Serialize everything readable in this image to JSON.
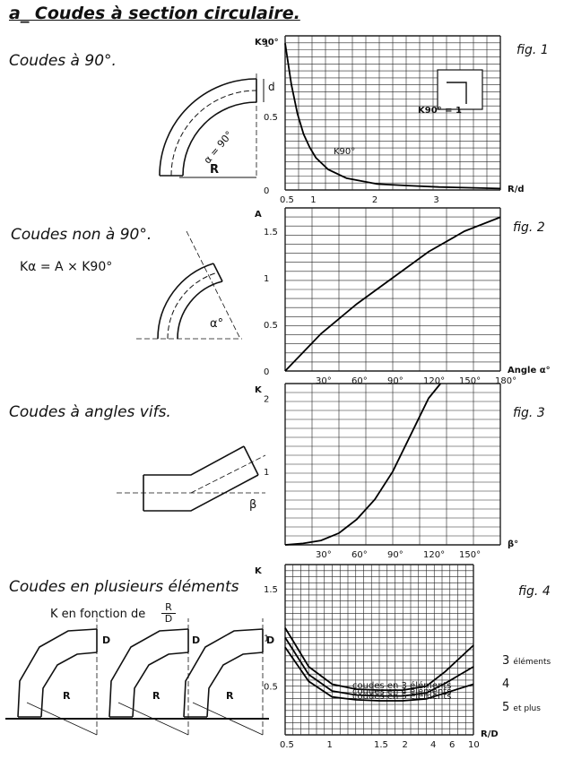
{
  "page": {
    "title": "a_ Coudes à section circulaire."
  },
  "sections": [
    {
      "id": "s1",
      "heading": "Coudes à 90°.",
      "fig": "fig. 1",
      "diagram_labels": {
        "d": "d",
        "alpha": "α = 90°",
        "R": "R"
      }
    },
    {
      "id": "s2",
      "heading": "Coudes non à 90°.",
      "formula": "Kα = A × K90°",
      "fig": "fig. 2",
      "diagram_labels": {
        "alpha": "α°"
      }
    },
    {
      "id": "s3",
      "heading": "Coudes à angles vifs.",
      "fig": "fig. 3",
      "diagram_labels": {
        "beta": "β"
      }
    },
    {
      "id": "s4",
      "heading": "Coudes en plusieurs éléments",
      "subheading": "K en fonction de",
      "fraction": {
        "num": "R",
        "den": "D"
      },
      "fig": "fig. 4",
      "diagram_labels": {
        "D": "D",
        "R": "R"
      },
      "side_labels": [
        {
          "n": "3",
          "t": "éléments"
        },
        {
          "n": "4",
          "t": ""
        },
        {
          "n": "5",
          "t": "et plus"
        }
      ]
    }
  ],
  "chart_data": [
    {
      "id": "fig1",
      "type": "line",
      "ylabel": "K90°",
      "xlabel": "R/d",
      "x_ticks": [
        "0.5",
        "1",
        "2",
        "3"
      ],
      "y_ticks": [
        "0",
        "0.5",
        "1"
      ],
      "xlim": [
        0.5,
        4.0
      ],
      "ylim": [
        0,
        1.05
      ],
      "series": [
        {
          "name": "K90°",
          "x": [
            0.5,
            0.6,
            0.7,
            0.8,
            0.9,
            1.0,
            1.2,
            1.5,
            2.0,
            2.5,
            3.0,
            3.5,
            4.0
          ],
          "y": [
            1.0,
            0.72,
            0.52,
            0.38,
            0.29,
            0.22,
            0.14,
            0.08,
            0.04,
            0.03,
            0.02,
            0.015,
            0.01
          ]
        }
      ],
      "inset_label": "K90° = 1"
    },
    {
      "id": "fig2",
      "type": "line",
      "ylabel": "A",
      "xlabel": "Angle α°",
      "x_ticks": [
        "30°",
        "60°",
        "90°",
        "120°",
        "150°",
        "180°"
      ],
      "y_ticks": [
        "0",
        "0.5",
        "1",
        "1.5"
      ],
      "xlim": [
        0,
        180
      ],
      "ylim": [
        0,
        1.75
      ],
      "series": [
        {
          "name": "A",
          "x": [
            0,
            30,
            60,
            90,
            120,
            150,
            180
          ],
          "y": [
            0,
            0.4,
            0.72,
            1.0,
            1.28,
            1.5,
            1.65
          ]
        }
      ]
    },
    {
      "id": "fig3",
      "type": "line",
      "ylabel": "K",
      "xlabel": "β°",
      "x_ticks": [
        "30°",
        "60°",
        "90°",
        "120°",
        "150°"
      ],
      "y_ticks": [
        "1",
        "2"
      ],
      "xlim": [
        0,
        180
      ],
      "ylim": [
        0,
        2.2
      ],
      "series": [
        {
          "name": "K",
          "x": [
            0,
            15,
            30,
            45,
            60,
            75,
            90,
            105,
            120,
            130
          ],
          "y": [
            0,
            0.02,
            0.06,
            0.16,
            0.35,
            0.62,
            1.0,
            1.5,
            2.0,
            2.2
          ]
        }
      ]
    },
    {
      "id": "fig4",
      "type": "line",
      "ylabel": "K",
      "xlabel": "R/D",
      "x_ticks": [
        "0.5",
        "1",
        "1.5",
        "2",
        "4",
        "6",
        "10"
      ],
      "y_ticks": [
        "0.5",
        "1",
        "1.5"
      ],
      "ylim": [
        0,
        1.75
      ],
      "series": [
        {
          "name": "3 éléments",
          "curve_label": "coudes en 3 éléments",
          "x": [
            0,
            0.5,
            1,
            1.5,
            2,
            2.5,
            3,
            3.4,
            4
          ],
          "y": [
            1.1,
            0.7,
            0.52,
            0.47,
            0.46,
            0.46,
            0.5,
            0.65,
            0.92
          ]
        },
        {
          "name": "4",
          "curve_label": "coudes en 4 éléments",
          "x": [
            0,
            0.5,
            1,
            1.5,
            2,
            2.5,
            3,
            3.4,
            4
          ],
          "y": [
            1.0,
            0.62,
            0.45,
            0.41,
            0.4,
            0.4,
            0.43,
            0.53,
            0.7
          ]
        },
        {
          "name": "5 et plus",
          "curve_label": "coudes en 5 éléments",
          "x": [
            0,
            0.5,
            1,
            1.5,
            2,
            2.5,
            3,
            3.4,
            4
          ],
          "y": [
            0.9,
            0.55,
            0.39,
            0.36,
            0.35,
            0.35,
            0.37,
            0.43,
            0.52
          ]
        }
      ]
    }
  ]
}
